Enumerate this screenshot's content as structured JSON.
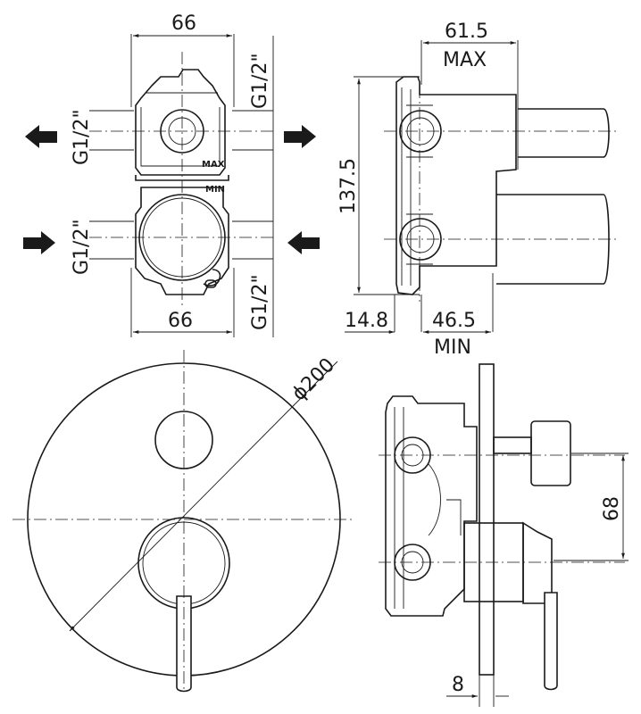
{
  "top_left_view": {
    "width_top": "66",
    "width_bottom": "66",
    "thread_top_left": "G1/2\"",
    "thread_top_right": "G1/2\"",
    "thread_bottom_left": "G1/2\"",
    "thread_bottom_right": "G1/2\"",
    "max_marking": "MAX",
    "min_marking": "MIN"
  },
  "top_right_view": {
    "depth_max_value": "61.5",
    "depth_max_label": "MAX",
    "height_value": "137.5",
    "wall_value": "14.8",
    "depth_min_value": "46.5",
    "depth_min_label": "MIN"
  },
  "bottom_left_view": {
    "diameter_label": "ϕ200"
  },
  "bottom_right_view": {
    "spacing_value": "68",
    "plate_value": "8"
  }
}
